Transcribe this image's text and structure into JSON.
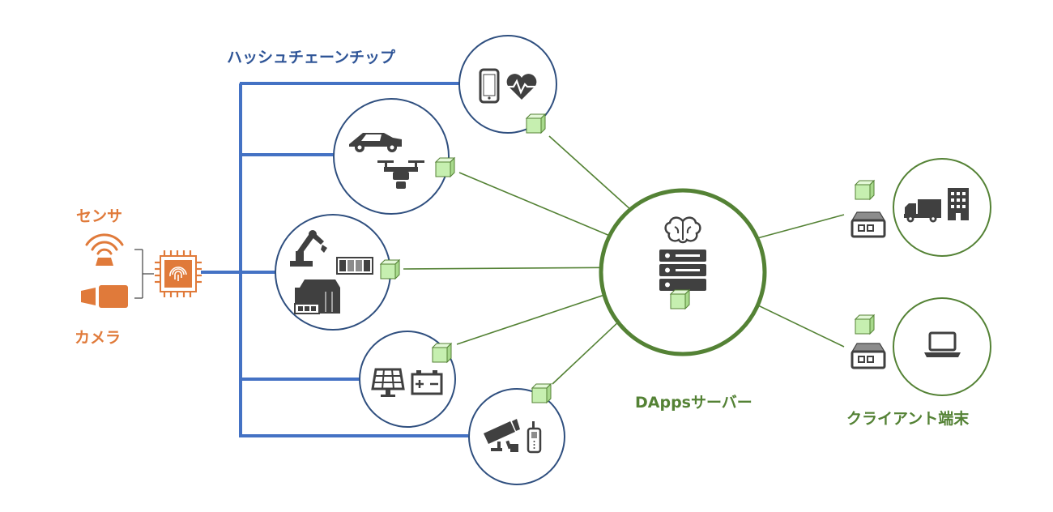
{
  "labels": {
    "hash_chip": "ハッシュチェーンチップ",
    "sensor": "センサ",
    "camera": "カメラ",
    "dapps_server": "DAppsサーバー",
    "client_terminal": "クライアント端末"
  },
  "colors": {
    "chip_blue": "#4472c4",
    "chip_text": "#2f5597",
    "orange": "#e07a3a",
    "green": "#548235",
    "circle_stroke": "#2f4f7f",
    "client_stroke": "#548235",
    "cube": "#c6efb0",
    "icon": "#404040"
  },
  "devices": [
    {
      "name": "smartphone-health",
      "icons": [
        "smartphone-icon",
        "heartbeat-icon"
      ]
    },
    {
      "name": "car-drone",
      "icons": [
        "car-icon",
        "drone-icon"
      ]
    },
    {
      "name": "factory",
      "icons": [
        "robot-arm-icon",
        "plc-icon",
        "factory-machine-icon"
      ]
    },
    {
      "name": "solar-battery",
      "icons": [
        "solar-panel-icon",
        "battery-icon"
      ]
    },
    {
      "name": "surveillance",
      "icons": [
        "security-camera-icon",
        "radio-icon"
      ]
    }
  ],
  "server_icons": [
    "brain-icon",
    "server-rack-icon"
  ],
  "clients": [
    {
      "name": "client-business",
      "icons": [
        "truck-icon",
        "building-icon"
      ]
    },
    {
      "name": "client-laptop",
      "icons": [
        "laptop-icon"
      ]
    }
  ]
}
